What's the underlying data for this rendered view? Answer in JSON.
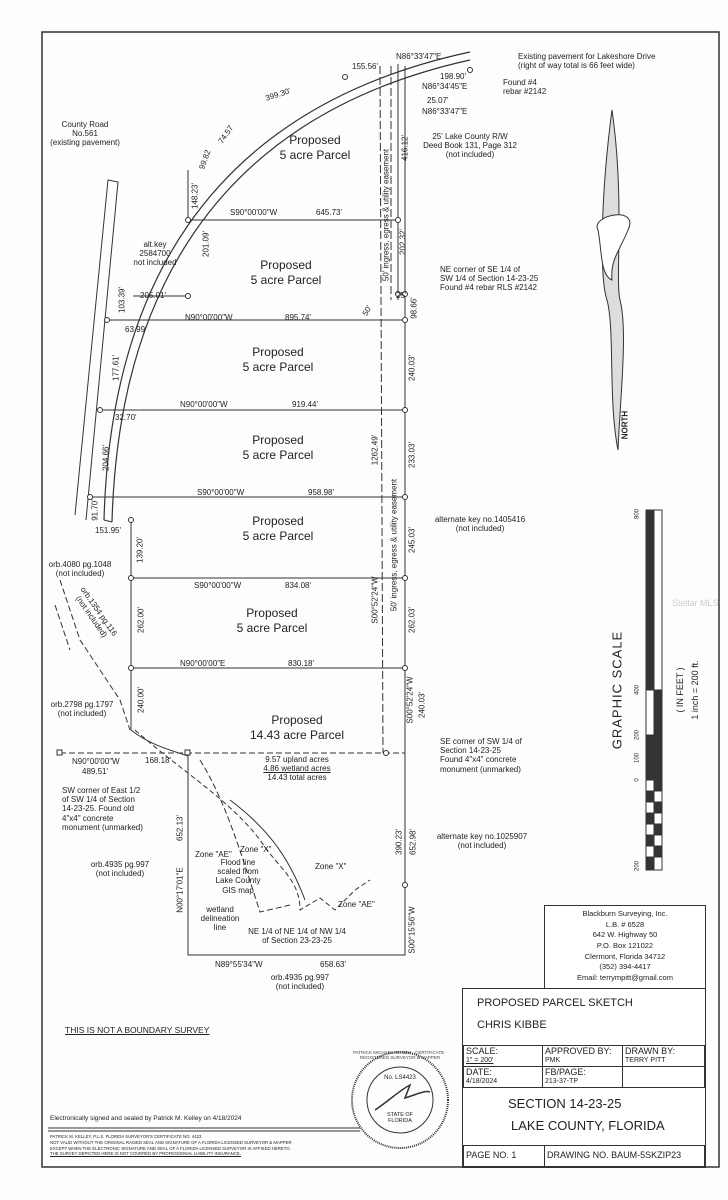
{
  "parcels": [
    {
      "l1": "Proposed",
      "l2": "5 acre Parcel"
    },
    {
      "l1": "Proposed",
      "l2": "5 acre Parcel"
    },
    {
      "l1": "Proposed",
      "l2": "5 acre Parcel"
    },
    {
      "l1": "Proposed",
      "l2": "5 acre Parcel"
    },
    {
      "l1": "Proposed",
      "l2": "5 acre Parcel"
    },
    {
      "l1": "Proposed",
      "l2": "5 acre Parcel"
    },
    {
      "l1": "Proposed",
      "l2": "14.43 acre Parcel"
    }
  ],
  "dims": [
    "N86°33'47\"E",
    "155.56'",
    "399.30'",
    "198.90'",
    "N86°34'45\"E",
    "25.07'",
    "N86°33'47\"E",
    "416.12'",
    "99.82",
    "74.57",
    "148.23'",
    "S90°00'00\"W",
    "645.73'",
    "201.09'",
    "202.32'",
    "205.01'",
    "103.39'",
    "N90°00'00\"W",
    "895.74'",
    "98.66'",
    "63.99'",
    "177.61'",
    "240.03'",
    "N90°00'00\"W",
    "919.44'",
    "32.70'",
    "204.66'",
    "233.03'",
    "1262.49'",
    "S90°00'00\"W",
    "958.98'",
    "91.70'",
    "151.95'",
    "139.20'",
    "245.03'",
    "S90°00'00\"W",
    "834.08'",
    "262.00'",
    "262.03'",
    "S00°52'24\"W",
    "N90°00'00\"E",
    "830.18'",
    "240.00'",
    "S00°52'24\"W",
    "240.03'",
    "N90°00'00\"W",
    "489.51'",
    "168.18'",
    "652.13'",
    "390.23'",
    "652.98'",
    "N00°17'01\"E",
    "S00°15'56\"W",
    "N89°55'34\"W",
    "658.63'",
    "50'",
    "25'"
  ],
  "acreage": [
    "9.57 upland acres",
    "4.86 wetland acres",
    "14.43 total acres"
  ],
  "notes": {
    "lakeshore": [
      "Existing pavement for Lakeshore Drive",
      "(right of way total is 66 feet wide)"
    ],
    "rebar": [
      "Found #4",
      "rebar #2142"
    ],
    "county_road": [
      "County Road",
      "No.561",
      "(existing pavement)"
    ],
    "row": [
      "25' Lake County R/W",
      "Deed Book 131, Page 312",
      "(not included)"
    ],
    "altkey": [
      "alt.key",
      "2584700",
      "not included"
    ],
    "easement_top": "50' ingress, egress & utility easement",
    "easement_bottom": "50' ingress, egress & utility easement",
    "ne_corner": [
      "NE corner of SE 1/4 of",
      "SW 1/4 of Section 14-23-25",
      "Found #4 rebar RLS #2142"
    ],
    "alt1405416": [
      "alternate key no.1405416",
      "(not included)"
    ],
    "orb4080": [
      "orb.4080 pg.1048",
      "(not included)"
    ],
    "orb1354": [
      "orb.1354 pg.116",
      "(not included)"
    ],
    "orb2798": [
      "orb.2798 pg.1797",
      "(not included)"
    ],
    "se_corner": [
      "SE corner of SW 1/4 of",
      "Section 14-23-25",
      "Found 4\"x4\" concrete",
      "monument (unmarked)"
    ],
    "sw_corner": [
      "SW corner of East 1/2",
      "of SW 1/4 of Section",
      "14-23-25. Found old",
      "4\"x4\" concrete",
      "monument (unmarked)"
    ],
    "zone_ae": "Zone \"AE\"",
    "zone_x": "Zone \"X\"",
    "zone_x2": "Zone \"X\"",
    "zone_ae2": "Zone \"AE\"",
    "flood": [
      "Flood line",
      "scaled from",
      "Lake County",
      "GIS map"
    ],
    "orb4935a": [
      "orb.4935 pg.997",
      "(not included)"
    ],
    "wetland": [
      "wetland",
      "delineation",
      "line"
    ],
    "alt1025907": [
      "alternate key no.1025907",
      "(not included)"
    ],
    "quarter": [
      "NE 1/4 of NE 1/4 of NW 1/4",
      "of Section 23-23-25"
    ],
    "orb4935b": [
      "orb.4935 pg.997",
      "(not included)"
    ],
    "not_boundary": "THIS IS NOT A BOUNDARY SURVEY"
  },
  "scale": {
    "title": "GRAPHIC SCALE",
    "unit": "( IN FEET )",
    "ratio": "1 inch = 200 ft.",
    "ticks": [
      "800",
      "400",
      "200",
      "100",
      "0",
      "200"
    ]
  },
  "north": "NORTH",
  "company": [
    "Blackburn Surveying, Inc.",
    "L.B. # 6528",
    "642 W. Highway 50",
    "P.O. Box 121022",
    "Clermont, Florida 34712",
    "(352) 394-4417",
    "Email:  terrympitt@gmail.com"
  ],
  "title_block": {
    "title": "PROPOSED PARCEL SKETCH",
    "client": "CHRIS KIBBE",
    "scale_label": "SCALE:",
    "scale_value": "1\" = 200'",
    "approved_label": "APPROVED BY:",
    "approved_value": "PMK",
    "drawn_label": "DRAWN BY:",
    "drawn_value": "TERRY PITT",
    "date_label": "DATE:",
    "date_value": "4/18/2024",
    "fb_label": "FB/PAGE:",
    "fb_value": "213-37-TP",
    "section": "SECTION 14-23-25",
    "county": "LAKE COUNTY, FLORIDA",
    "page": "PAGE NO. 1",
    "drawing": "DRAWING NO. BAUM-5SKZIP23"
  },
  "seal": {
    "text": "PATRICK MICHAEL KELLEY · CERTIFICATE · REGISTERED SURVEYOR & MAPPER",
    "no": "No. LS4423",
    "state": "STATE OF",
    "florida": "FLORIDA"
  },
  "signature": [
    "Electronically signed and sealed by Patrick M. Kelley on 4/18/2024",
    "PATRICK M. KELLEY, P.L.S.  FLORIDA SURVEYOR'S CERTIFICATE NO. 4423",
    "NOT VALID WITHOUT THE ORIGINAL RAISED SEAL AND SIGNATURE OF A FLORIDA LICENSED SURVEYOR & MAPPER",
    "EXCEPT WHEN THE ELECTRONIC SIGNATURE AND SEAL OF A FLORIDA LICENSED SURVEYOR IS AFFIXED HERETO.",
    "THE SURVEY DEPICTED HERE IS NOT COVERED BY PROFESSIONAL LIABILITY INSURANCE."
  ],
  "watermark": "Stellar MLS"
}
